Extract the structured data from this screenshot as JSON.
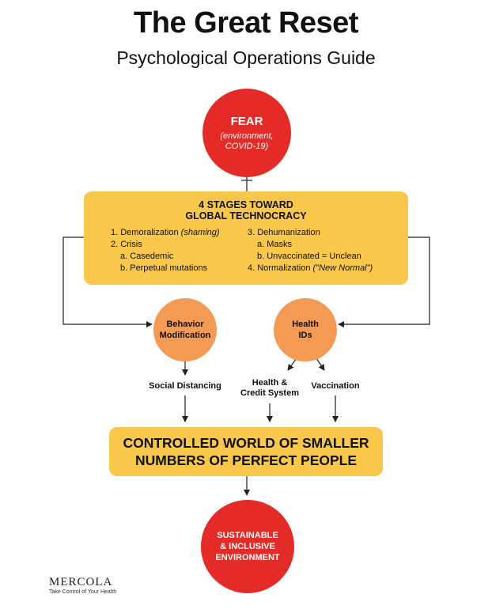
{
  "header": {
    "title": "The Great Reset",
    "subtitle": "Psychological Operations Guide"
  },
  "fear": {
    "heading": "FEAR",
    "detail_line1": "(environment,",
    "detail_line2": "COVID-19)"
  },
  "stages": {
    "title_line1": "4 STAGES TOWARD",
    "title_line2": "GLOBAL TECHNOCRACY",
    "left": [
      {
        "text": "1. Demoralization ",
        "em": "(shaming)"
      },
      {
        "text": "2. Crisis",
        "em": ""
      },
      {
        "text": "a. Casedemic",
        "em": ""
      },
      {
        "text": "b. Perpetual mutations",
        "em": ""
      }
    ],
    "right": [
      {
        "text": "3. Dehumanization",
        "em": ""
      },
      {
        "text": "a. Masks",
        "em": ""
      },
      {
        "text": "b. Unvaccinated = Unclean",
        "em": ""
      },
      {
        "text": "4. Normalization ",
        "em": "(\"New Normal\")"
      }
    ]
  },
  "behavior": {
    "line1": "Behavior",
    "line2": "Modification"
  },
  "health_ids": {
    "line1": "Health",
    "line2": "IDs"
  },
  "labels": {
    "social": "Social Distancing",
    "credit_line1": "Health &",
    "credit_line2": "Credit System",
    "vaccination": "Vaccination"
  },
  "outcome": {
    "line1": "CONTROLLED WORLD OF SMALLER",
    "line2": "NUMBERS OF PERFECT PEOPLE"
  },
  "final": {
    "line1": "SUSTAINABLE",
    "line2": "& INCLUSIVE",
    "line3": "ENVIRONMENT"
  },
  "brand": {
    "logo": "MERCOLA",
    "tagline": "Take Control of Your Health"
  },
  "colors": {
    "red": "#e42b28",
    "orange": "#f39a55",
    "yellow": "#f9c74a"
  }
}
